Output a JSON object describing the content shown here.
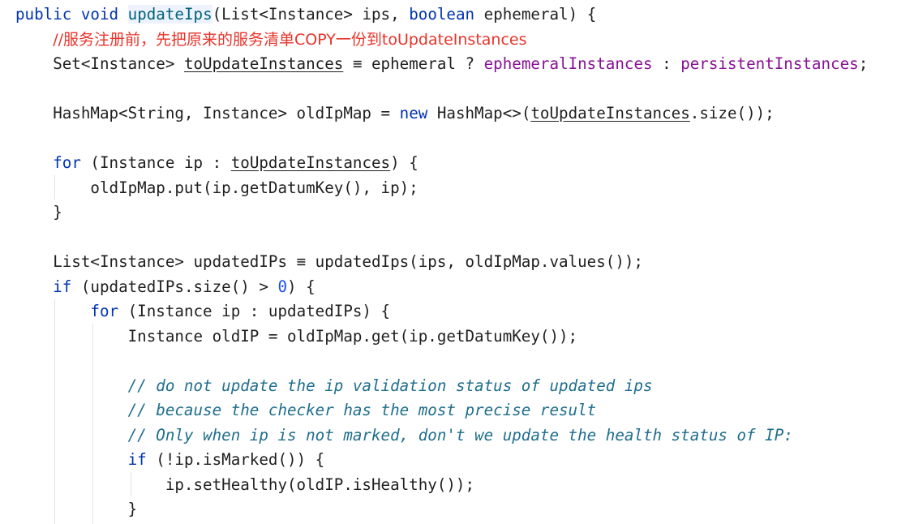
{
  "editor": {
    "language": "java",
    "colors": {
      "background": "#ffffff",
      "text": "#1f1f1f",
      "keyword": "#0033b3",
      "method_name": "#00627a",
      "field": "#871094",
      "number": "#1750eb",
      "comment": "#1f6e8c",
      "annotation_comment": "#e8332a",
      "indent_guide": "#e3e3e3"
    },
    "lines": [
      {
        "tokens": [
          {
            "t": "public",
            "c": "kw"
          },
          {
            "t": " "
          },
          {
            "t": "void",
            "c": "kw"
          },
          {
            "t": " "
          },
          {
            "caret": true
          },
          {
            "t": "updateIps",
            "c": "fn",
            "hl": true
          },
          {
            "t": "(List<Instance> ips, "
          },
          {
            "t": "boolean",
            "c": "kw"
          },
          {
            "t": " ephemeral) {"
          }
        ]
      },
      {
        "tokens": [
          {
            "t": "    "
          },
          {
            "t": "//服务注册前，先把原来的服务清单COPY一份到toUpdateInstances",
            "c": "cn"
          }
        ]
      },
      {
        "tokens": [
          {
            "t": "    Set<Instance> "
          },
          {
            "t": "toUpdateInstances",
            "u": true
          },
          {
            "t": " ≡ ephemeral ? "
          },
          {
            "t": "ephemeralInstances",
            "c": "field"
          },
          {
            "t": " : "
          },
          {
            "t": "persistentInstances",
            "c": "field"
          },
          {
            "t": ";"
          }
        ]
      },
      {
        "tokens": []
      },
      {
        "tokens": [
          {
            "t": "    HashMap<String, Instance> oldIpMap = "
          },
          {
            "t": "new",
            "c": "kw"
          },
          {
            "t": " HashMap<>("
          },
          {
            "t": "toUpdateInstances",
            "u": true
          },
          {
            "t": ".size());"
          }
        ]
      },
      {
        "tokens": []
      },
      {
        "tokens": [
          {
            "t": "    "
          },
          {
            "t": "for",
            "c": "kw"
          },
          {
            "t": " (Instance ip : "
          },
          {
            "t": "toUpdateInstances",
            "u": true
          },
          {
            "t": ") {"
          }
        ]
      },
      {
        "tokens": [
          {
            "t": "        oldIpMap.put(ip.getDatumKey(), ip);"
          }
        ]
      },
      {
        "tokens": [
          {
            "t": "    }"
          }
        ]
      },
      {
        "tokens": []
      },
      {
        "tokens": [
          {
            "t": "    List<Instance> updatedIPs ≡ updatedIps(ips, oldIpMap.values());"
          }
        ]
      },
      {
        "tokens": [
          {
            "t": "    "
          },
          {
            "t": "if",
            "c": "kw"
          },
          {
            "t": " (updatedIPs.size() > "
          },
          {
            "t": "0",
            "c": "num"
          },
          {
            "t": ") {"
          }
        ]
      },
      {
        "tokens": [
          {
            "t": "        "
          },
          {
            "t": "for",
            "c": "kw"
          },
          {
            "t": " (Instance ip : updatedIPs) {"
          }
        ]
      },
      {
        "tokens": [
          {
            "t": "            Instance oldIP = oldIpMap.get(ip.getDatumKey());"
          }
        ]
      },
      {
        "tokens": []
      },
      {
        "tokens": [
          {
            "t": "            "
          },
          {
            "t": "// do not update the ip validation status of updated ips",
            "c": "comment"
          }
        ]
      },
      {
        "tokens": [
          {
            "t": "            "
          },
          {
            "t": "// because the checker has the most precise result",
            "c": "comment"
          }
        ]
      },
      {
        "tokens": [
          {
            "t": "            "
          },
          {
            "t": "// Only when ip is not marked, don't we update the health status of IP:",
            "c": "comment"
          }
        ]
      },
      {
        "tokens": [
          {
            "t": "            "
          },
          {
            "t": "if",
            "c": "kw"
          },
          {
            "t": " (!ip.isMarked()) {"
          }
        ]
      },
      {
        "tokens": [
          {
            "t": "                ip.setHealthy(oldIP.isHealthy());"
          }
        ]
      },
      {
        "tokens": [
          {
            "t": "            }"
          }
        ]
      }
    ]
  }
}
